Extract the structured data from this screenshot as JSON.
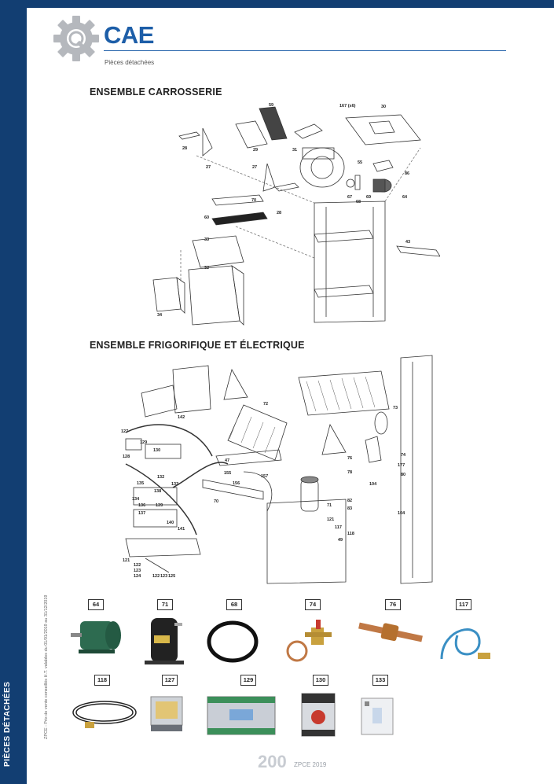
{
  "header": {
    "brand": "CAE",
    "subtitle": "Pièces détachées"
  },
  "sidebar": {
    "label": "PIÈCES DÉTACHÉES",
    "legal": "ZPCE : Prix de vente conseillés H.T. valables du 01/01/2019 au 31/12/2019"
  },
  "sections": {
    "carrosserie": {
      "title": "ENSEMBLE CARROSSERIE",
      "callouts": [
        "59",
        "167 (x6)",
        "30",
        "28",
        "29",
        "31",
        "27",
        "55",
        "27",
        "86",
        "67",
        "68",
        "69",
        "64",
        "70",
        "28",
        "60",
        "33",
        "43",
        "32",
        "34"
      ]
    },
    "frigorifique": {
      "title": "ENSEMBLE FRIGORIFIQUE ET ÉLECTRIQUE",
      "callouts": [
        "72",
        "73",
        "142",
        "127",
        "129",
        "130",
        "128",
        "47",
        "132",
        "133",
        "155",
        "156",
        "157",
        "76",
        "74",
        "177",
        "78",
        "80",
        "104",
        "135",
        "138",
        "134",
        "136",
        "139",
        "137",
        "140",
        "141",
        "71",
        "82",
        "83",
        "104",
        "121",
        "117",
        "118",
        "49",
        "70",
        "121",
        "122",
        "123",
        "124",
        "122",
        "123",
        "125"
      ]
    }
  },
  "thumbnails": [
    {
      "label": "64"
    },
    {
      "label": "71"
    },
    {
      "label": "68"
    },
    {
      "label": "74"
    },
    {
      "label": "76"
    },
    {
      "label": "117"
    },
    {
      "label": "118"
    },
    {
      "label": "127"
    },
    {
      "label": "129"
    },
    {
      "label": "130"
    },
    {
      "label": "133"
    }
  ],
  "footer": {
    "page_number": "200",
    "edition": "ZPCE 2019"
  },
  "colors": {
    "navy": "#123e72",
    "brand_blue": "#1d5ea8",
    "gear_gray": "#b5b8bd"
  },
  "icons": {
    "logo": "gear-wrench-icon"
  }
}
